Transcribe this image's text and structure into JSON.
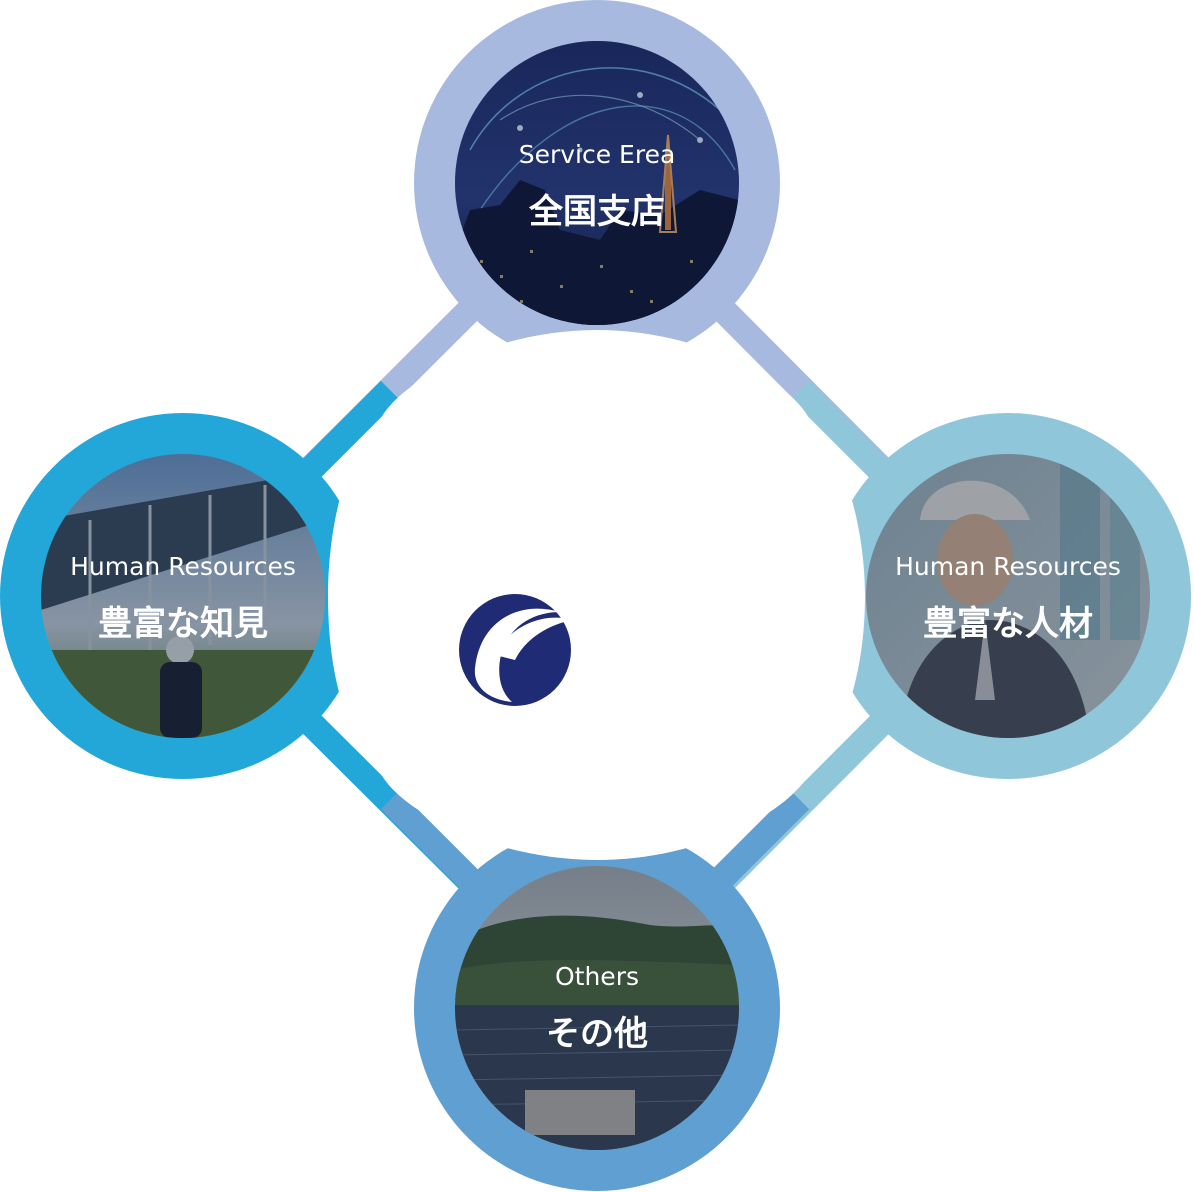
{
  "colors": {
    "top_ring": "#a8b9e0",
    "left_ring": "#22a7d8",
    "right_ring": "#8fc6d9",
    "bottom_ring": "#5f9fd1",
    "logo_navy": "#1f2c75",
    "overlay": "rgba(20,30,50,0.45)"
  },
  "center": {
    "logo_icon": "company-swoosh-logo"
  },
  "nodes": {
    "top": {
      "subtitle": "Service Erea",
      "title": "全国支店",
      "photo": "night-city-network-map"
    },
    "left": {
      "subtitle": "Human Resources",
      "title": "豊富な知見",
      "photo": "solar-panel-field-worker"
    },
    "right": {
      "subtitle": "Human Resources",
      "title": "豊富な人材",
      "photo": "engineer-with-hard-hat"
    },
    "bottom": {
      "subtitle": "Others",
      "title": "その他",
      "photo": "mountain-solar-farm"
    }
  }
}
